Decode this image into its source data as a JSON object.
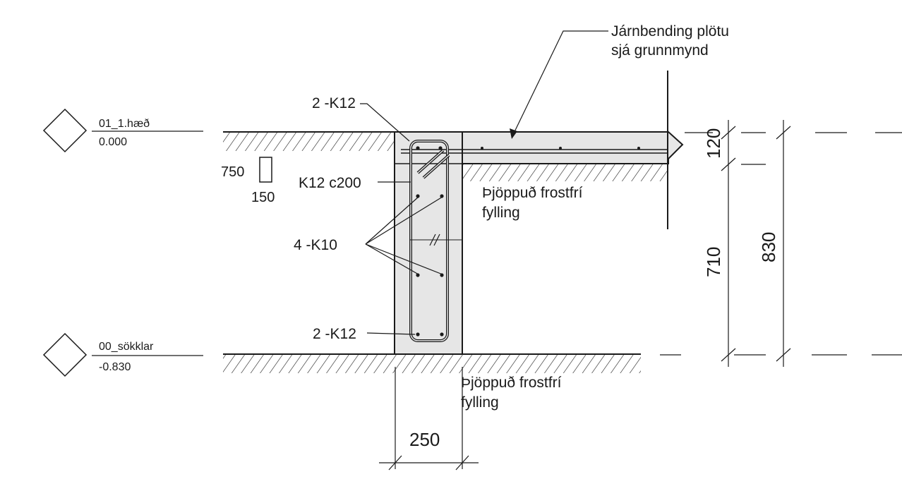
{
  "levels": [
    {
      "name": "01_1.hæð",
      "elevation": "0.000"
    },
    {
      "name": "00_sökklar",
      "elevation": "-0.830"
    }
  ],
  "annotations": {
    "slab_rebar_line1": "Járnbending plötu",
    "slab_rebar_line2": "sjá grunnmynd",
    "top_bars": "2 -K12",
    "stirrups": "K12 c200",
    "side_bars": "4 -K10",
    "bottom_bars": "2 -K12",
    "fill_top_line1": "Þjöppuð frostfrí",
    "fill_top_line2": "fylling",
    "fill_bottom_line1": "Þjöppuð frostfrí",
    "fill_bottom_line2": "fylling"
  },
  "opening": {
    "height": "750",
    "width": "150"
  },
  "dimensions": {
    "wall_width": "250",
    "slab": "120",
    "wall": "710",
    "total": "830"
  },
  "colors": {
    "concrete": "#e6e6e6",
    "line": "#1a1a1a"
  }
}
